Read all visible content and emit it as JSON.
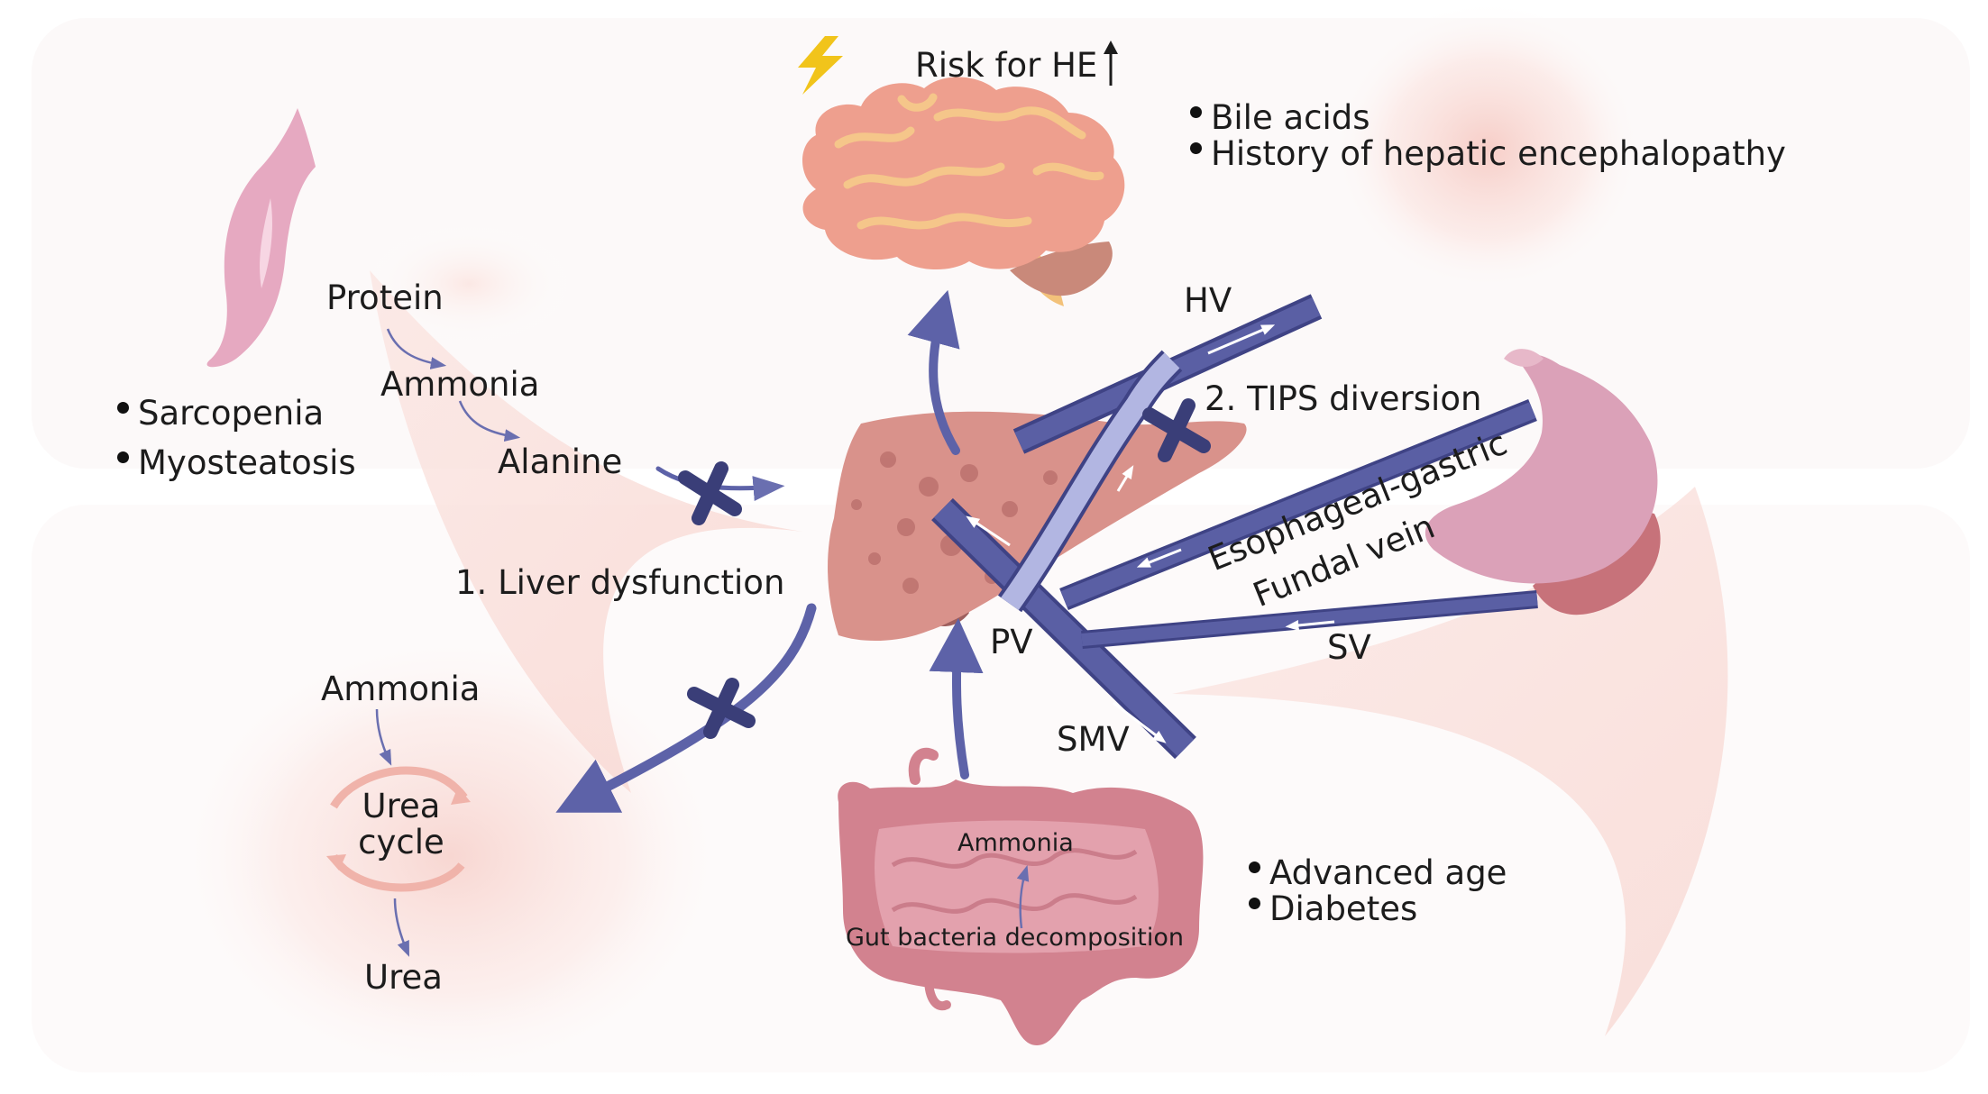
{
  "title": "Risk for HE",
  "brain_factors": [
    "Bile acids",
    "History of hepatic encephalopathy"
  ],
  "muscle_factors": [
    "Sarcopenia",
    "Myosteatosis"
  ],
  "patient_factors": [
    "Advanced age",
    "Diabetes"
  ],
  "muscle_pathway": {
    "protein": "Protein",
    "ammonia": "Ammonia",
    "alanine": "Alanine"
  },
  "liver_dysfunction": "1. Liver dysfunction",
  "tips_diversion": "2. TIPS diversion",
  "urea_cycle": {
    "ammonia": "Ammonia",
    "cycle_line1": "Urea",
    "cycle_line2": "cycle",
    "urea": "Urea"
  },
  "gut": {
    "ammonia": "Ammonia",
    "source": "Gut bacteria decomposition"
  },
  "vessels": {
    "hv": "HV",
    "pv": "PV",
    "smv": "SMV",
    "sv": "SV",
    "esophageal_line1": "Esophageal-gastric",
    "esophageal_line2": "Fundal vein"
  },
  "colors": {
    "vessel": "#5a5fa4",
    "vessel_outline": "#3f4385",
    "stent": "#b2b6e2",
    "arrow": "#5d62a8",
    "cross": "#3a3e78",
    "liver": "#d9928b",
    "brain": "#ee9f8e",
    "stomach": "#dba1b8",
    "intestine": "#d2828f",
    "muscle": "#e6a9c1",
    "bolt": "#f1c41b",
    "urea_cycle": "#f0b3aa"
  }
}
